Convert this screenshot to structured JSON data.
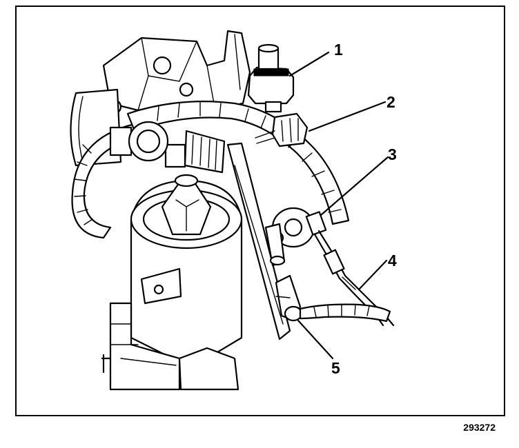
{
  "figure": {
    "id": "293272",
    "callouts": [
      {
        "number": "1"
      },
      {
        "number": "2"
      },
      {
        "number": "3"
      },
      {
        "number": "4"
      },
      {
        "number": "5"
      }
    ]
  }
}
